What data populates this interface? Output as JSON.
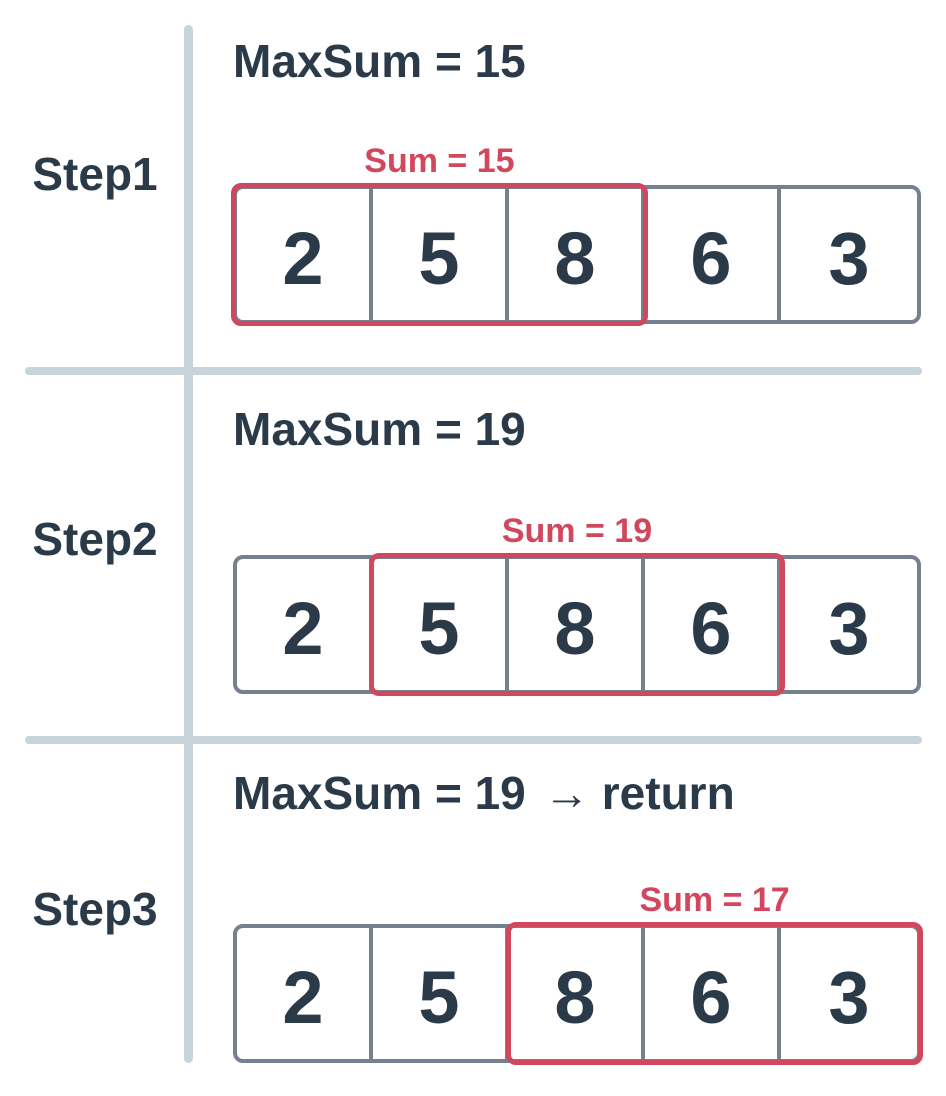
{
  "colors": {
    "text_dark": "#2b3a48",
    "highlight_red": "#d1485e",
    "cell_border_gray": "#75818f",
    "divider_gray": "#c9d3da"
  },
  "array_values": [
    "2",
    "5",
    "8",
    "6",
    "3"
  ],
  "steps": [
    {
      "label": "Step1",
      "maxsum_label": "MaxSum = 15",
      "sum_label": "Sum = 15",
      "window_start": 0,
      "window_end": 2
    },
    {
      "label": "Step2",
      "maxsum_label": "MaxSum = 19",
      "sum_label": "Sum = 19",
      "window_start": 1,
      "window_end": 3
    },
    {
      "label": "Step3",
      "maxsum_label": "MaxSum = 19",
      "arrow": "→",
      "return_label": "return",
      "sum_label": "Sum = 17",
      "window_start": 2,
      "window_end": 4
    }
  ]
}
